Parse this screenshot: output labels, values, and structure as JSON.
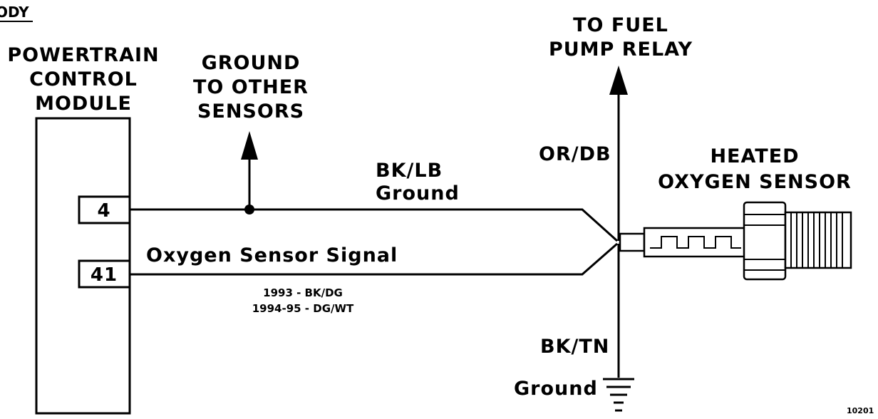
{
  "header": {
    "corner_label": "ODY"
  },
  "pcm": {
    "title_lines": [
      "POWERTRAIN",
      "CONTROL",
      "MODULE"
    ],
    "pins": [
      "4",
      "41"
    ]
  },
  "ground_other": {
    "lines": [
      "GROUND",
      "TO OTHER",
      "SENSORS"
    ]
  },
  "fuel_pump": {
    "lines": [
      "TO FUEL",
      "PUMP RELAY"
    ]
  },
  "wires": {
    "ground_color": "BK/LB",
    "ground_name": "Ground",
    "signal_name": "Oxygen Sensor Signal",
    "signal_colors": [
      "1993 - BK/DG",
      "1994-95 - DG/WT"
    ],
    "relay_color": "OR/DB",
    "sensor_ground_color": "BK/TN",
    "sensor_ground_name": "Ground"
  },
  "sensor": {
    "lines": [
      "HEATED",
      "OXYGEN SENSOR"
    ]
  },
  "figure_number": "10201"
}
